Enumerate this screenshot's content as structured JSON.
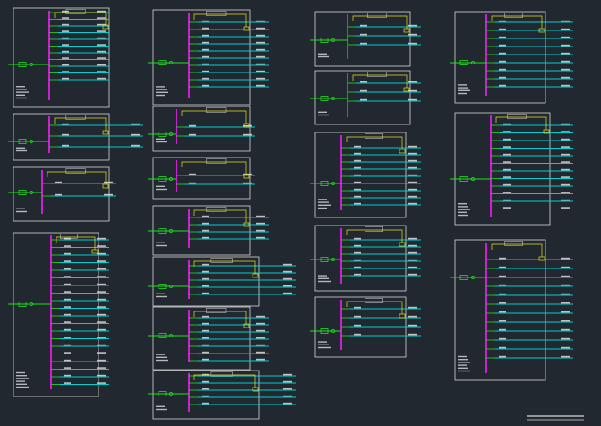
{
  "colors": {
    "background": "#212830",
    "frame": "#d8d8d8",
    "busbar": "#e020e0",
    "feeder": "#00d0d0",
    "incoming": "#20e020",
    "control": "#e8e020",
    "label": "#e8e8e8"
  },
  "panels": [
    {
      "name": "panel-01"
    },
    {
      "name": "panel-02"
    },
    {
      "name": "panel-03"
    },
    {
      "name": "panel-04"
    },
    {
      "name": "panel-05"
    },
    {
      "name": "panel-06"
    },
    {
      "name": "panel-07"
    },
    {
      "name": "panel-08"
    },
    {
      "name": "panel-09"
    },
    {
      "name": "panel-10"
    },
    {
      "name": "panel-11"
    },
    {
      "name": "panel-12"
    },
    {
      "name": "panel-13"
    },
    {
      "name": "panel-14"
    },
    {
      "name": "panel-15"
    },
    {
      "name": "panel-16"
    },
    {
      "name": "panel-17"
    },
    {
      "name": "panel-18"
    }
  ]
}
